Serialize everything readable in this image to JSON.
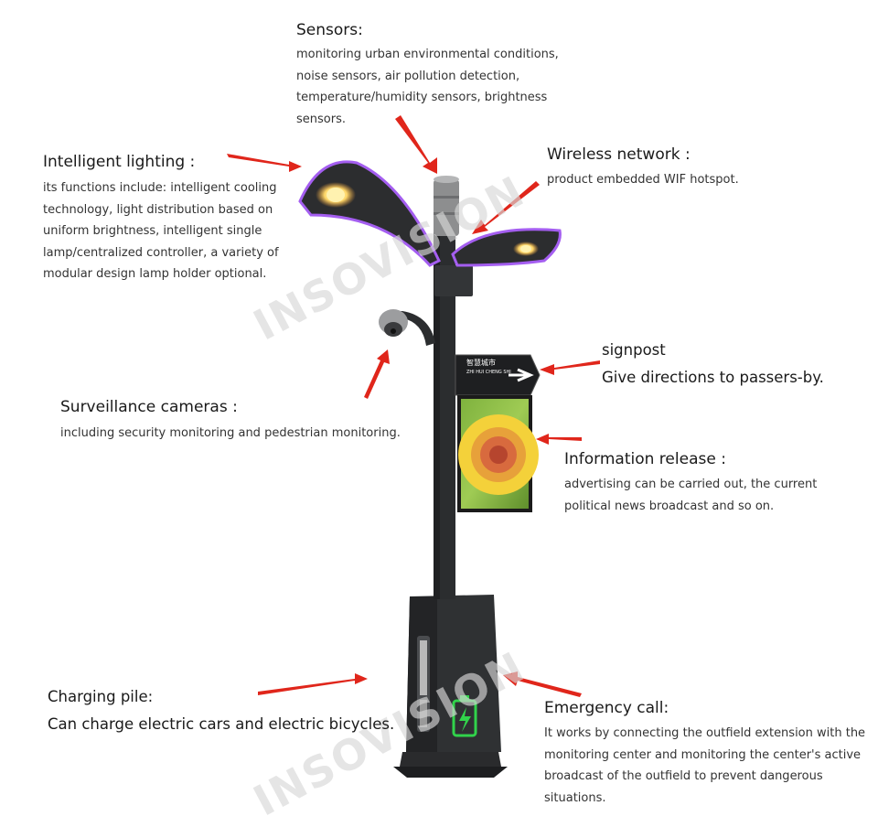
{
  "sensors": {
    "title": "Sensors:",
    "lines": [
      "monitoring urban environmental conditions,",
      "noise sensors, air pollution detection,",
      "temperature/humidity sensors, brightness",
      "sensors."
    ]
  },
  "intelligent_lighting": {
    "title": "Intelligent lighting :",
    "lines": [
      "its functions include: intelligent cooling",
      "technology, light distribution based on",
      "uniform brightness, intelligent single",
      "lamp/centralized controller, a variety of",
      "modular design lamp holder optional."
    ]
  },
  "wireless_network": {
    "title": "Wireless network :",
    "lines": [
      "product embedded WIF hotspot."
    ]
  },
  "signpost": {
    "title": "signpost",
    "lines": [
      "Give directions to passers-by."
    ]
  },
  "surveillance_cameras": {
    "title": "Surveillance cameras :",
    "lines": [
      "including security monitoring and pedestrian monitoring."
    ]
  },
  "information_release": {
    "title": "Information release :",
    "lines": [
      "advertising can be carried out, the current",
      "political news broadcast and so on."
    ]
  },
  "charging_pile": {
    "title": "Charging pile:",
    "lines": [
      "Can charge electric cars and electric bicycles."
    ]
  },
  "emergency_call": {
    "title": "Emergency call:",
    "lines": [
      "It works by connecting the outfield extension with the",
      "monitoring center and monitoring the center's active",
      "broadcast of the outfield to prevent dangerous",
      "situations."
    ]
  },
  "sign_board": {
    "text_cn": "智慧城市",
    "text_pinyin": "ZHI HUI CHENG SHI"
  },
  "watermark": {
    "text": "INSOVISION"
  },
  "colors": {
    "arrow": "#e0261b",
    "pole": "#2b2d2f",
    "lamp_glow": "#9a4de0",
    "led_green": "#31d34b"
  }
}
